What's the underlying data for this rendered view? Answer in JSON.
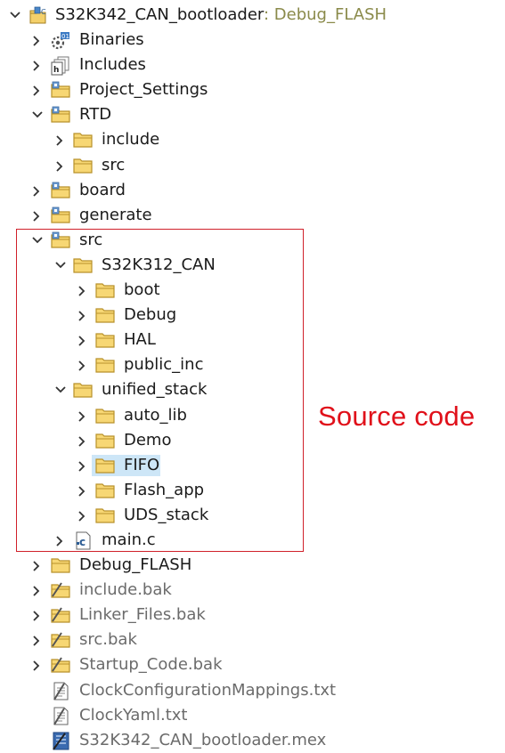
{
  "project": {
    "name": "S32K342_CAN_bootloader",
    "config": ": Debug_FLASH"
  },
  "tree": {
    "binaries": "Binaries",
    "includes": "Includes",
    "project_settings": "Project_Settings",
    "rtd": "RTD",
    "rtd_include": "include",
    "rtd_src": "src",
    "board": "board",
    "generate": "generate",
    "src": "src",
    "s32k312_can": "S32K312_CAN",
    "boot": "boot",
    "debug": "Debug",
    "hal": "HAL",
    "public_inc": "public_inc",
    "unified_stack": "unified_stack",
    "auto_lib": "auto_lib",
    "demo": "Demo",
    "fifo": "FIFO",
    "flash_app": "Flash_app",
    "uds_stack": "UDS_stack",
    "main_c": "main.c",
    "debug_flash": "Debug_FLASH",
    "include_bak": "include.bak",
    "linker_files_bak": "Linker_Files.bak",
    "src_bak": "src.bak",
    "startup_code_bak": "Startup_Code.bak",
    "clock_mappings": "ClockConfigurationMappings.txt",
    "clock_yaml": "ClockYaml.txt",
    "mex_file": "S32K342_CAN_bootloader.mex"
  },
  "annotation": {
    "text": "Source code",
    "color": "#e0101a"
  },
  "colors": {
    "folder_fill": "#f7d774",
    "folder_stroke": "#b8912a",
    "selection": "#cde6f7",
    "highlight_border": "#d0202a"
  }
}
